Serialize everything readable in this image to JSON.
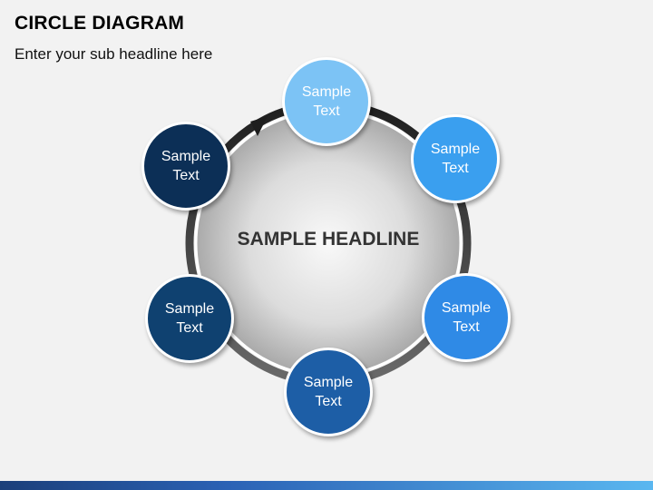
{
  "header": {
    "title": "CIRCLE DIAGRAM",
    "subtitle": "Enter your sub headline here"
  },
  "center": {
    "headline": "SAMPLE HEADLINE"
  },
  "nodes": [
    {
      "id": "top",
      "label": "Sample Text",
      "color": "#7cc3f5"
    },
    {
      "id": "upper-right",
      "label": "Sample Text",
      "color": "#3a9fef"
    },
    {
      "id": "lower-right",
      "label": "Sample Text",
      "color": "#2f8ae6"
    },
    {
      "id": "bottom",
      "label": "Sample Text",
      "color": "#1d5ea6"
    },
    {
      "id": "lower-left",
      "label": "Sample Text",
      "color": "#0f4170"
    },
    {
      "id": "upper-left",
      "label": "Sample Text",
      "color": "#0c2f56"
    }
  ],
  "colors": {
    "ring": "#2a2a2a",
    "sphere_light": "#f7f7f7",
    "sphere_dark": "#9a9a9a",
    "bottom_bar_start": "#1b3f7a",
    "bottom_bar_end": "#5ab7f0"
  }
}
